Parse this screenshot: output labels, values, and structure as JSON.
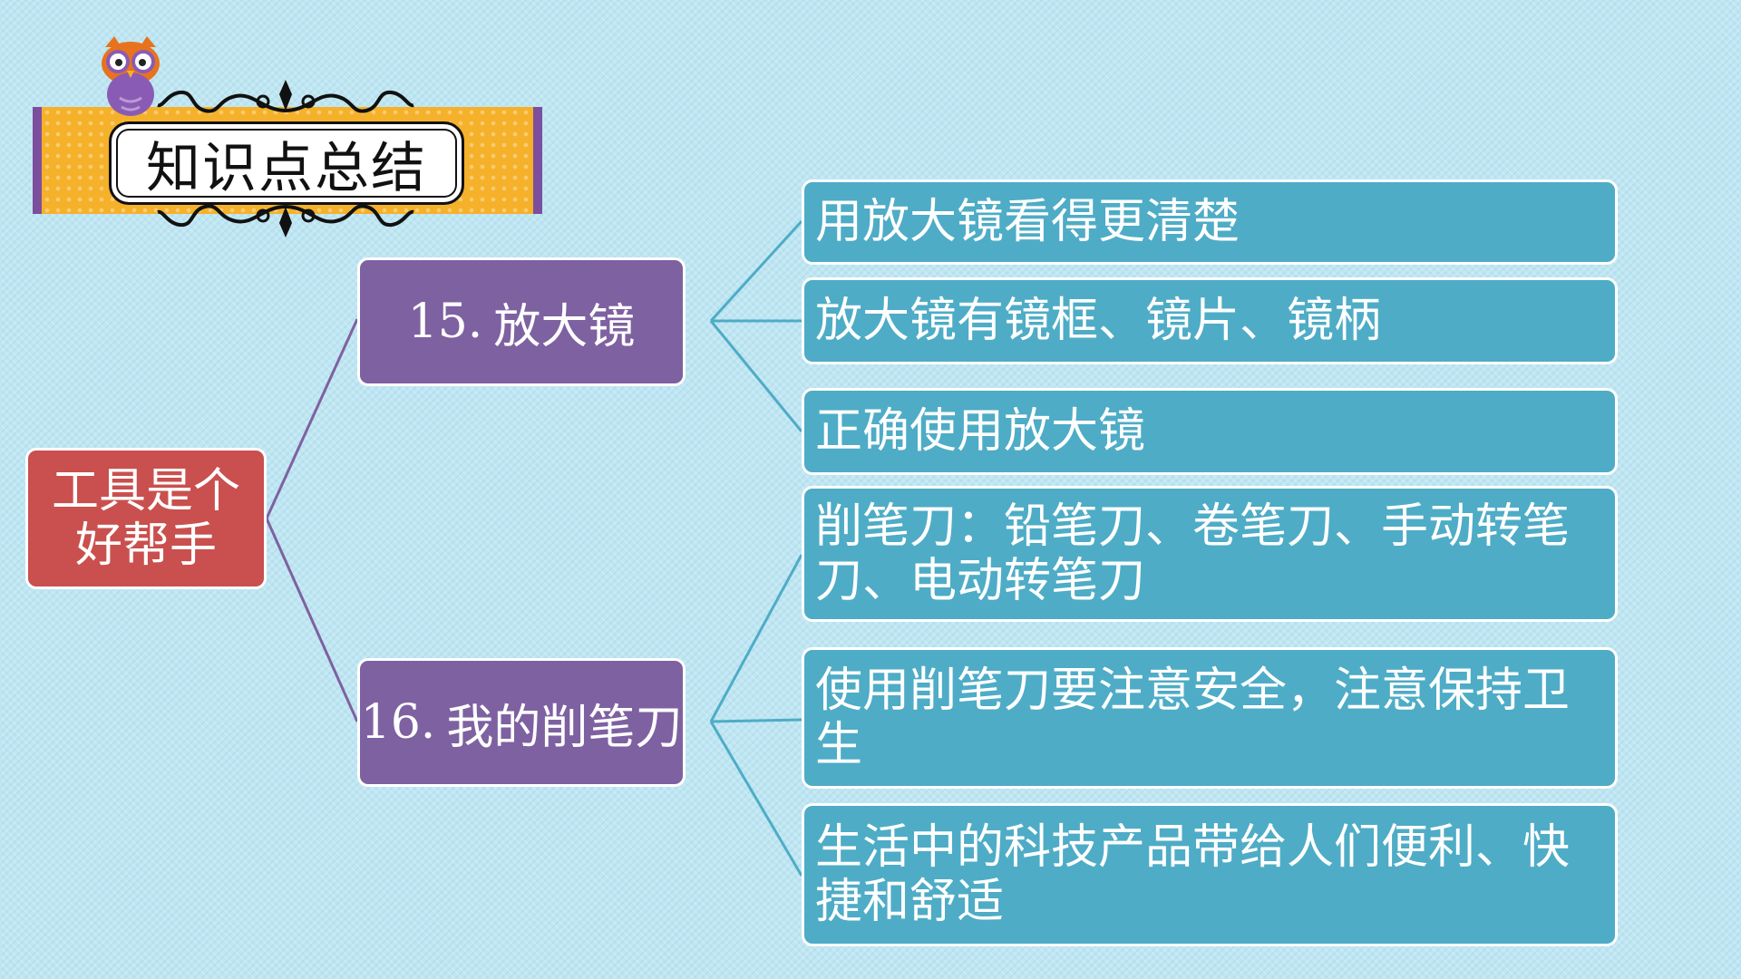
{
  "header": {
    "title": "知识点总结"
  },
  "mindmap": {
    "root": {
      "label": "工具是个好帮手"
    },
    "branches": [
      {
        "number": "15.",
        "label": "放大镜",
        "leaves": [
          "用放大镜看得更清楚",
          "放大镜有镜框、镜片、镜柄",
          "正确使用放大镜"
        ]
      },
      {
        "number": "16.",
        "label": "我的削笔刀",
        "leaves": [
          "削笔刀：铅笔刀、卷笔刀、手动转笔刀、电动转笔刀",
          "使用削笔刀要注意安全，注意保持卫生",
          "生活中的科技产品带给人们便利、快捷和舒适"
        ]
      }
    ]
  },
  "colors": {
    "background": "#bfe6f2",
    "root": "#c9504e",
    "branch": "#7e61a1",
    "leaf": "#4eacc6",
    "banner": "#f6b12a",
    "banner_edge": "#7b4f9d"
  }
}
